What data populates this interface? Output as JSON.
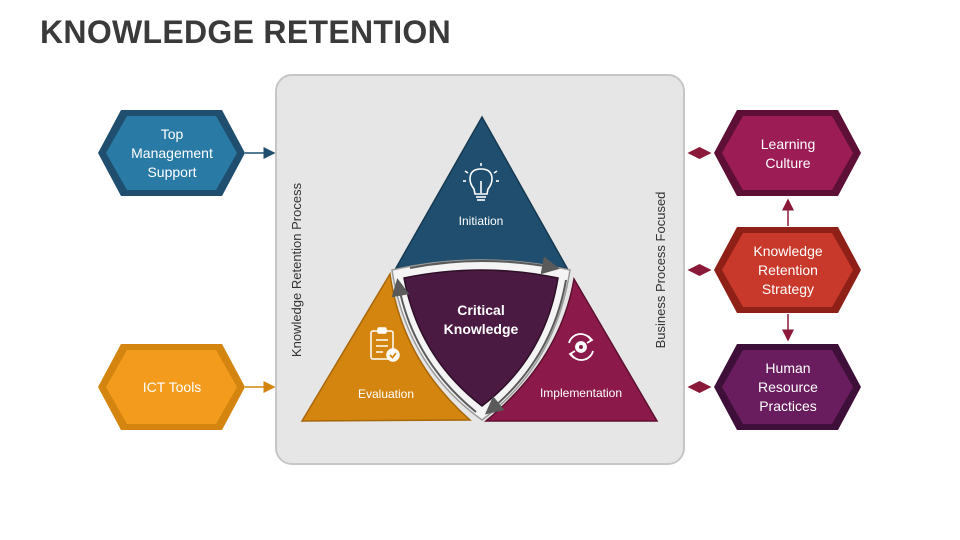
{
  "title": "KNOWLEDGE RETENTION",
  "process_label": "Knowledge Retention Process",
  "focus_label": "Business Process Focused",
  "center": {
    "line1": "Critical",
    "line2": "Knowledge"
  },
  "phases": {
    "initiation": "Initiation",
    "evaluation": "Evaluation",
    "implementation": "Implementation"
  },
  "left_boxes": {
    "top_management": [
      "Top",
      "Management",
      "Support"
    ],
    "ict_tools": [
      "ICT Tools"
    ]
  },
  "right_boxes": {
    "learning_culture": [
      "Learning",
      "Culture"
    ],
    "strategy": [
      "Knowledge",
      "Retention",
      "Strategy"
    ],
    "hr_practices": [
      "Human",
      "Resource",
      "Practices"
    ]
  },
  "icons": {
    "initiation": "lightbulb-icon",
    "evaluation": "clipboard-check-icon",
    "implementation": "gear-cycle-icon"
  },
  "colors": {
    "initiation": "#1f4e6e",
    "evaluation": "#d4850f",
    "implementation": "#8b1a4a",
    "center": "#4a1a42",
    "top_management": "#2a7aa6",
    "ict_tools": "#f39b1c",
    "learning_culture": "#9c1c56",
    "strategy": "#c8392b",
    "hr_practices": "#6a1d5e"
  }
}
